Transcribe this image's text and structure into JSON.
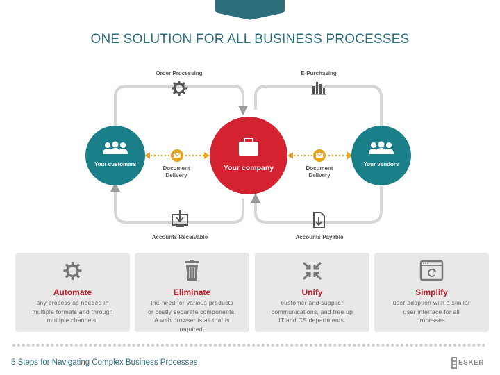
{
  "title": "ONE SOLUTION FOR ALL BUSINESS PROCESSES",
  "diagram": {
    "order_processing": "Order Processing",
    "e_purchasing": "E-Purchasing",
    "accounts_receivable": "Accounts Receivable",
    "accounts_payable": "Accounts Payable",
    "your_customers": "Your customers",
    "your_company": "Your company",
    "your_vendors": "Your vendors",
    "document_delivery_left": [
      "Document",
      "Delivery"
    ],
    "document_delivery_right": [
      "Document",
      "Delivery"
    ]
  },
  "cards": [
    {
      "icon": "gear-icon",
      "title": "Automate",
      "desc": [
        "any process as needed in",
        "multiple formats and through",
        "multiple channels."
      ]
    },
    {
      "icon": "trash-icon",
      "title": "Eliminate",
      "desc": [
        "the need for various products",
        "or costly separate components.",
        "A web browser is all that is",
        "required."
      ]
    },
    {
      "icon": "compress-arrows-icon",
      "title": "Unify",
      "desc": [
        "customer and supplier",
        "communications, and free up",
        "IT and CS departments."
      ]
    },
    {
      "icon": "browser-window-icon",
      "title": "Simplify",
      "desc": [
        "user adoption with a similar",
        "user interface for all",
        "processes."
      ]
    }
  ],
  "footer": {
    "title": "5 Steps for Navigating Complex Business Processes",
    "logo_text": "ESKER"
  },
  "colors": {
    "teal": "#1b7f8a",
    "red": "#d42230",
    "gold": "#e5a520",
    "card_bg": "#e8e8e8",
    "title": "#2e6e7a"
  }
}
